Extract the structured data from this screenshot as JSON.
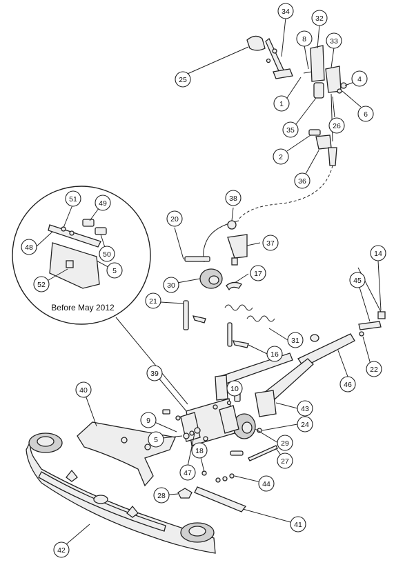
{
  "diagram": {
    "inset_caption": "Before May 2012",
    "callouts": [
      "1",
      "2",
      "4",
      "5",
      "6",
      "8",
      "9",
      "10",
      "14",
      "16",
      "17",
      "18",
      "20",
      "21",
      "22",
      "24",
      "25",
      "26",
      "27",
      "28",
      "29",
      "30",
      "31",
      "32",
      "33",
      "34",
      "35",
      "36",
      "37",
      "38",
      "39",
      "40",
      "41",
      "42",
      "43",
      "44",
      "45",
      "46",
      "47",
      "48",
      "49",
      "50",
      "51",
      "52"
    ]
  }
}
